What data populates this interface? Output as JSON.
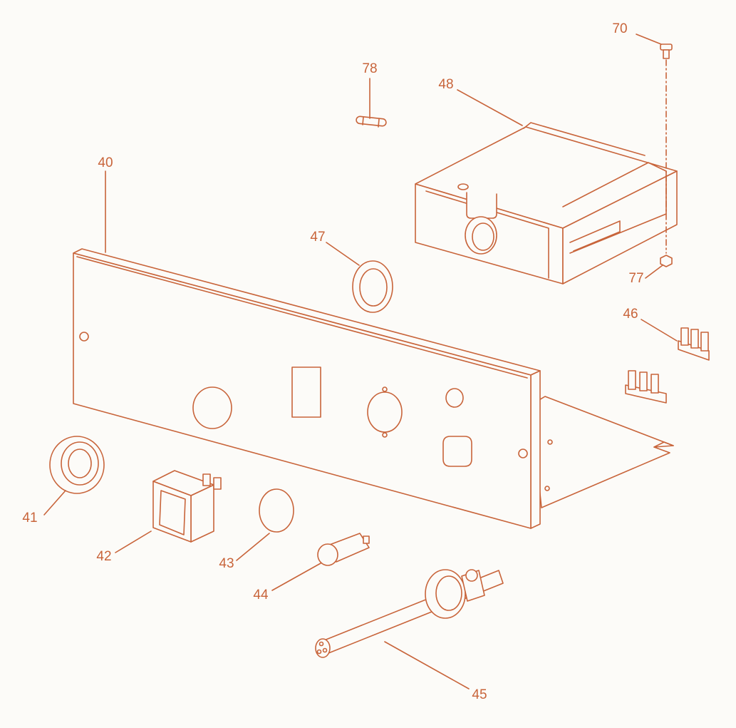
{
  "diagram": {
    "line_color": "#c8643a",
    "fill_color": "#fcfbf8",
    "background": "#fcfbf8",
    "callouts": [
      {
        "id": "40",
        "label": "40"
      },
      {
        "id": "41",
        "label": "41"
      },
      {
        "id": "42",
        "label": "42"
      },
      {
        "id": "43",
        "label": "43"
      },
      {
        "id": "44",
        "label": "44"
      },
      {
        "id": "45",
        "label": "45"
      },
      {
        "id": "46",
        "label": "46"
      },
      {
        "id": "47",
        "label": "47"
      },
      {
        "id": "48",
        "label": "48"
      },
      {
        "id": "70",
        "label": "70"
      },
      {
        "id": "77",
        "label": "77"
      },
      {
        "id": "78",
        "label": "78"
      }
    ]
  }
}
